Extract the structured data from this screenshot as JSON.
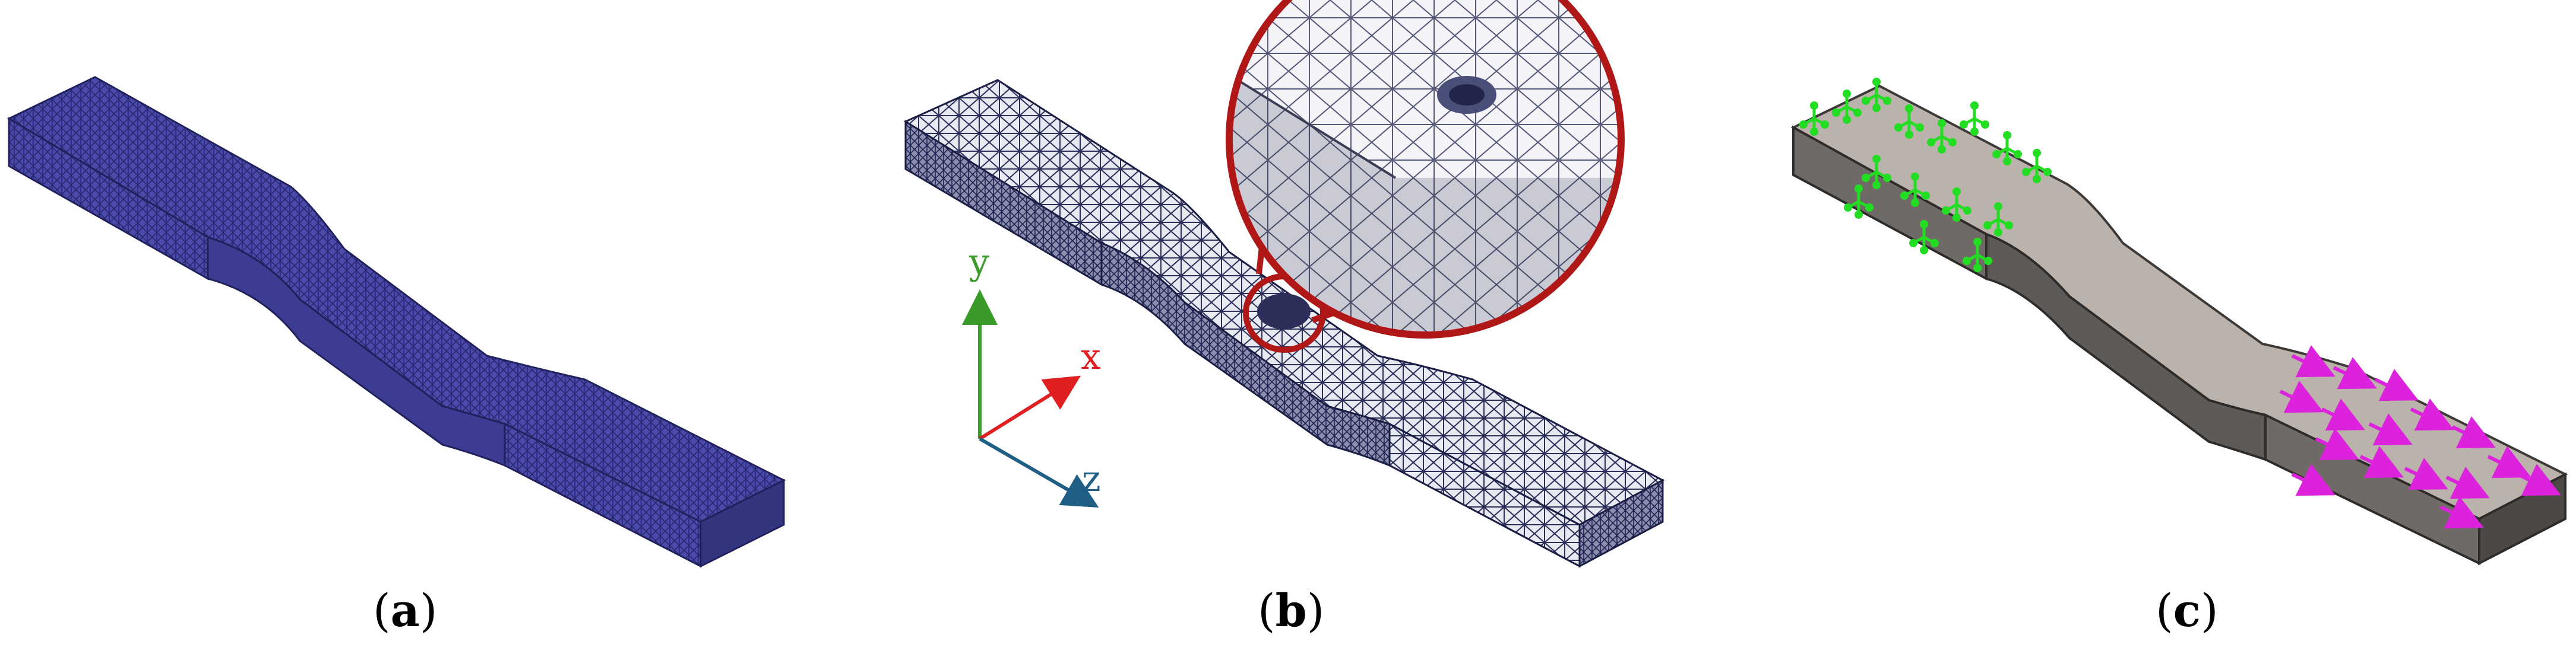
{
  "panels": [
    {
      "letter": "a"
    },
    {
      "letter": "b"
    },
    {
      "letter": "c"
    }
  ],
  "axes": {
    "x_label": "x",
    "y_label": "y",
    "z_label": "z",
    "x_color": "#e02020",
    "y_color": "#3a9a2a",
    "z_color": "#1f5f86"
  },
  "colors": {
    "mesh_a": "#4a4aa8",
    "mesh_a_dark": "#2a2a7a",
    "mesh_b_light": "#e6e8f0",
    "mesh_b_dark": "#2b2f5a",
    "solid_top": "#b9b1aa",
    "solid_side": "#7c7672",
    "solid_dark": "#4c4845",
    "zoom_ring": "#b01818",
    "fixture_green": "#22dd22",
    "load_magenta": "#dd22dd"
  }
}
